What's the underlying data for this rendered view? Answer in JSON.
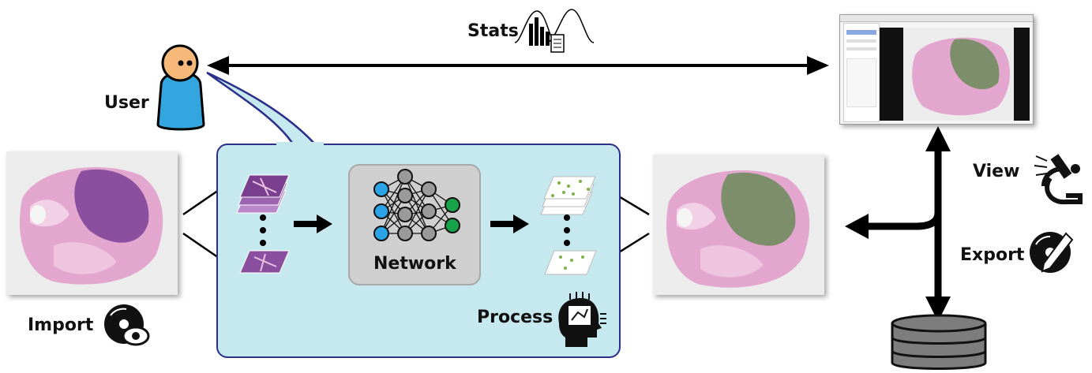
{
  "labels": {
    "user": "User",
    "stats": "Stats",
    "import": "Import",
    "network": "Network",
    "process": "Process",
    "view": "View",
    "export": "Export"
  },
  "colors": {
    "process_fill": "#c6e8ef",
    "process_border": "#2b2f8a",
    "user_head": "#f6b97a",
    "user_body": "#33a6df",
    "node_blue": "#2ba3e6",
    "node_green": "#17a34a",
    "node_gray": "#9a9a9a",
    "tissue_pink": "#d98bbd",
    "tissue_purple": "#7a3f8e",
    "overlay_green": "#7fb04a"
  },
  "icons": [
    "user-figure-icon",
    "stats-chart-icon",
    "import-disc-eye-icon",
    "neural-network-icon",
    "process-brain-icon",
    "view-microscope-icon",
    "export-disc-pen-icon",
    "database-icon"
  ]
}
